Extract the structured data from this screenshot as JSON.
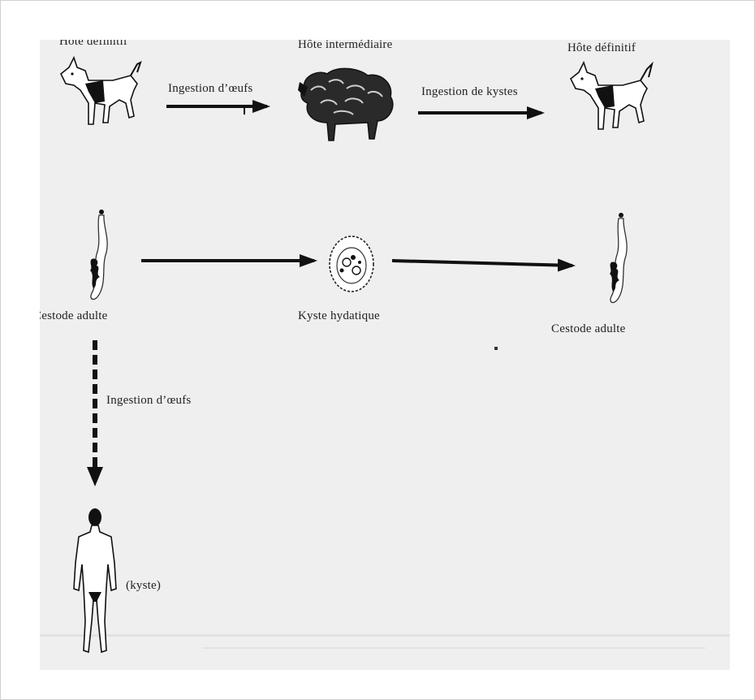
{
  "hosts": {
    "left": "Hôte définitif",
    "middle": "Hôte intermédiaire",
    "right": "Hôte définitif"
  },
  "transitions": {
    "eggs_to_intermediate": "Ingestion d’œufs",
    "cysts_to_definitive": "Ingestion de kystes",
    "eggs_to_human": "Ingestion d’œufs"
  },
  "stages": {
    "adult_left": "Cestode adulte",
    "cyst": "Kyste hydatique",
    "adult_right": "Cestode adulte"
  },
  "human": {
    "label": "(kyste)"
  },
  "icons": [
    "dog-icon",
    "sheep-icon",
    "dog-icon",
    "tapeworm-icon",
    "hydatid-cyst-icon",
    "tapeworm-icon",
    "human-figure-icon"
  ]
}
